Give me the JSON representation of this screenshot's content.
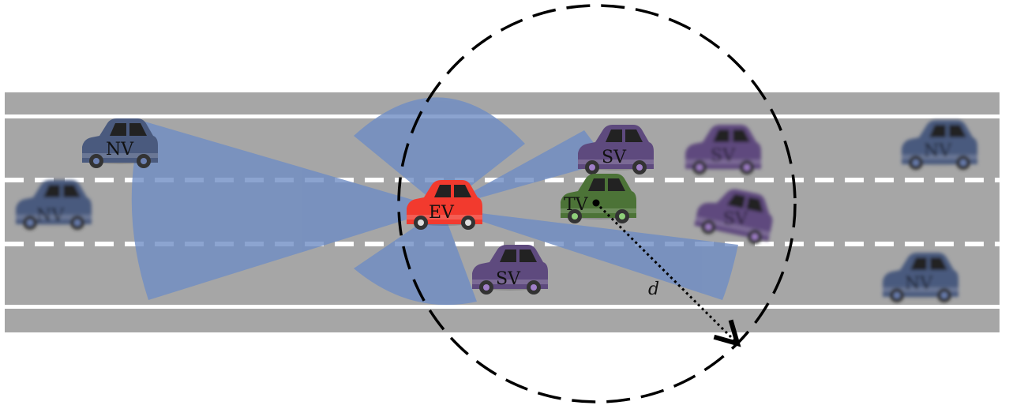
{
  "labels": {
    "ego": "EV",
    "target": "TV",
    "surrounding": "SV",
    "neighbor": "NV",
    "distance": "d"
  },
  "colors": {
    "road": "#a6a6a6",
    "lane_marking": "#ffffff",
    "sensor_coverage": "#6f8dc4",
    "ego": "#f23a2e",
    "target": "#4c7337",
    "surrounding": "#5e4a7e",
    "neighbor": "#4a5a7e"
  },
  "vehicles": [
    {
      "id": "nv-top-left",
      "role": "neighbor",
      "blurred": false
    },
    {
      "id": "nv-mid-left",
      "role": "neighbor",
      "blurred": true
    },
    {
      "id": "ev",
      "role": "ego",
      "blurred": false
    },
    {
      "id": "sv-top",
      "role": "surrounding",
      "blurred": false
    },
    {
      "id": "tv",
      "role": "target",
      "blurred": false
    },
    {
      "id": "sv-bottom",
      "role": "surrounding",
      "blurred": false
    },
    {
      "id": "sv-right-top",
      "role": "surrounding",
      "blurred": true
    },
    {
      "id": "sv-right-mid",
      "role": "surrounding",
      "blurred": true
    },
    {
      "id": "nv-right-top",
      "role": "neighbor",
      "blurred": true
    },
    {
      "id": "nv-right-bottom",
      "role": "neighbor",
      "blurred": true
    }
  ]
}
